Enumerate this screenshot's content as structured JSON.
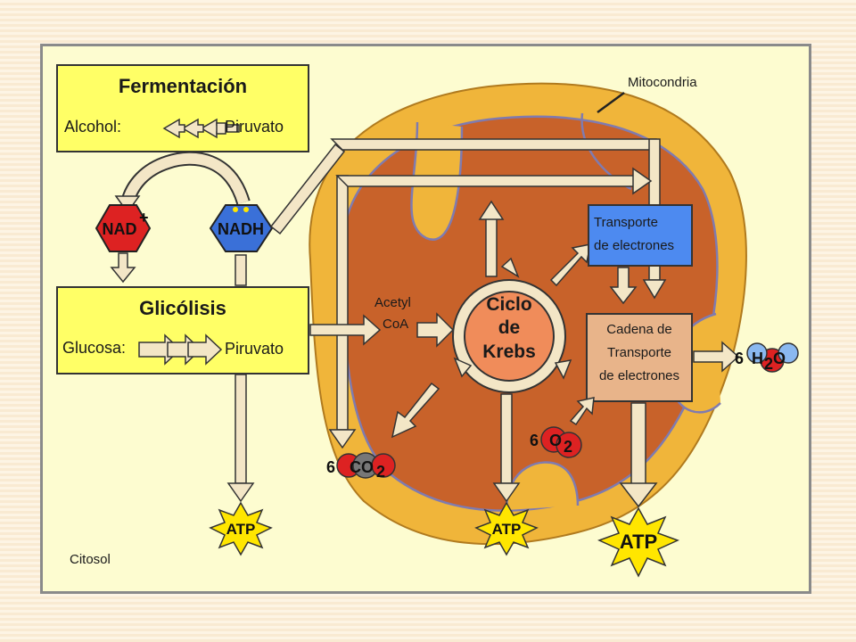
{
  "labels": {
    "fermentacion": "Fermentación",
    "alcohol": "Alcohol:",
    "piruvato_top": "Piruvato",
    "mitocondria": "Mitocondria",
    "nad": "NAD",
    "nad_sup": "+",
    "nadh": "NADH",
    "glicolisis": "Glicólisis",
    "glucosa": "Glucosa:",
    "piruvato_bottom": "Piruvato",
    "acetyl": "Acetyl",
    "coa": "CoA",
    "ciclo": "Ciclo",
    "de": "de",
    "krebs": "Krebs",
    "transporte_line1": "Transporte",
    "transporte_line2": "de electrones",
    "cadena_line1": "Cadena de",
    "cadena_line2": "Transporte",
    "cadena_line3": "de electrones",
    "co2_coef": "6",
    "co2_text": "CO",
    "co2_sub": "2",
    "o2_coef": "6",
    "o2_text": "O",
    "o2_sub": "2",
    "h2o_coef": "6",
    "h2o_h": "H",
    "h2o_sub": "2",
    "h2o_o": "O",
    "atp_left": "ATP",
    "atp_mid": "ATP",
    "atp_right": "ATP",
    "citosol": "Citosol"
  },
  "colors": {
    "panel_bg": "#fdfcd0",
    "box_fill": "#ffff66",
    "mito_outer": "#f0b53a",
    "mito_inner": "#c8622a",
    "cristae_line": "#7f7bb0",
    "arrow_fill": "#f3e6c6",
    "nad_red": "#dd2222",
    "nadh_blue": "#3a70d8",
    "transport_blue": "#4d8af0",
    "cadena_fill": "#e8b48a",
    "krebs_fill": "#f08c5a",
    "atp_star": "#ffe600"
  }
}
